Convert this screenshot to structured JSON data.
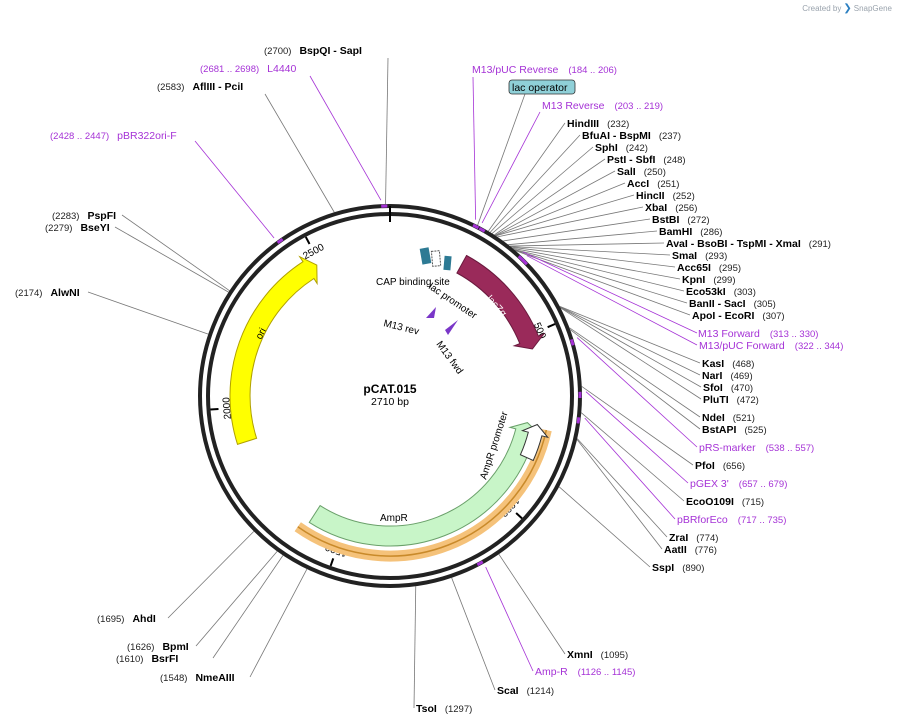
{
  "branding": {
    "created_by": "Created by",
    "app_name": "SnapGene"
  },
  "plasmid": {
    "name": "pCAT.015",
    "length_label": "2710 bp",
    "length": 2710
  },
  "ticks": [
    {
      "pos": 500,
      "label": "500"
    },
    {
      "pos": 1000,
      "label": "1000"
    },
    {
      "pos": 1500,
      "label": "1500"
    },
    {
      "pos": 2000,
      "label": "2000"
    },
    {
      "pos": 2500,
      "label": "2500"
    }
  ],
  "features": [
    {
      "name": "ori",
      "start": 1900,
      "end": 2490,
      "color": "#ffff00",
      "stroke": "#b0a000",
      "label_color": "#000"
    },
    {
      "name": "lacZα",
      "start": 215,
      "end": 540,
      "color": "#9a2a5a",
      "stroke": "#6a1a3e",
      "label_color": "#fff"
    },
    {
      "name": "AmpR",
      "start": 760,
      "end": 1600,
      "color": "#c8f5c8",
      "stroke": "#6aa06a",
      "label_color": "#000"
    }
  ],
  "feature_text": {
    "cap": "CAP binding site",
    "lac_promoter": "lac promoter",
    "m13_rev": "M13 rev",
    "m13_fwd": "M13 fwd",
    "ampr_promoter": "AmpR promoter",
    "lac_operator": "lac operator"
  },
  "sites_right": [
    {
      "name": "HindIII",
      "pos": "(232)"
    },
    {
      "name": "BfuAI  - BspMI",
      "pos": "(237)"
    },
    {
      "name": "SphI",
      "pos": "(242)"
    },
    {
      "name": "PstI  - SbfI",
      "pos": "(248)"
    },
    {
      "name": "SalI",
      "pos": "(250)"
    },
    {
      "name": "AccI",
      "pos": "(251)"
    },
    {
      "name": "HincII",
      "pos": "(252)"
    },
    {
      "name": "XbaI",
      "pos": "(256)"
    },
    {
      "name": "BstBI",
      "pos": "(272)"
    },
    {
      "name": "BamHI",
      "pos": "(286)"
    },
    {
      "name": "AvaI  - BsoBI  - TspMI  - XmaI",
      "pos": "(291)"
    },
    {
      "name": "SmaI",
      "pos": "(293)"
    },
    {
      "name": "Acc65I",
      "pos": "(295)"
    },
    {
      "name": "KpnI",
      "pos": "(299)"
    },
    {
      "name": "Eco53kI",
      "pos": "(303)"
    },
    {
      "name": "BanII  - SacI",
      "pos": "(305)"
    },
    {
      "name": "ApoI  - EcoRI",
      "pos": "(307)"
    },
    {
      "name": "KasI",
      "pos": "(468)"
    },
    {
      "name": "NarI",
      "pos": "(469)"
    },
    {
      "name": "SfoI",
      "pos": "(470)"
    },
    {
      "name": "PluTI",
      "pos": "(472)"
    },
    {
      "name": "NdeI",
      "pos": "(521)"
    },
    {
      "name": "BstAPI",
      "pos": "(525)"
    },
    {
      "name": "PfoI",
      "pos": "(656)"
    },
    {
      "name": "EcoO109I",
      "pos": "(715)"
    },
    {
      "name": "ZraI",
      "pos": "(774)"
    },
    {
      "name": "AatII",
      "pos": "(776)"
    },
    {
      "name": "SspI",
      "pos": "(890)"
    },
    {
      "name": "XmnI",
      "pos": "(1095)"
    },
    {
      "name": "ScaI",
      "pos": "(1214)"
    },
    {
      "name": "TsoI",
      "pos": "(1297)"
    }
  ],
  "sites_left": [
    {
      "name": "BspQI  - SapI",
      "pos": "(2700)"
    },
    {
      "name": "AflIII  - PciI",
      "pos": "(2583)"
    },
    {
      "name": "PspFI",
      "pos": "(2283)"
    },
    {
      "name": "BseYI",
      "pos": "(2279)"
    },
    {
      "name": "AlwNI",
      "pos": "(2174)"
    },
    {
      "name": "AhdI",
      "pos": "(1695)"
    },
    {
      "name": "BpmI",
      "pos": "(1626)"
    },
    {
      "name": "BsrFI",
      "pos": "(1610)"
    },
    {
      "name": "NmeAIII",
      "pos": "(1548)"
    }
  ],
  "primers": [
    {
      "name": "L4440",
      "range": "(2681 .. 2698)"
    },
    {
      "name": "pBR322ori-F",
      "range": "(2428 .. 2447)"
    },
    {
      "name": "M13/pUC Reverse",
      "range": "(184 .. 206)"
    },
    {
      "name": "M13 Reverse",
      "range": "(203 .. 219)"
    },
    {
      "name": "M13 Forward",
      "range": "(313 .. 330)"
    },
    {
      "name": "M13/pUC Forward",
      "range": "(322 .. 344)"
    },
    {
      "name": "pRS-marker",
      "range": "(538 .. 557)"
    },
    {
      "name": "pGEX 3'",
      "range": "(657 .. 679)"
    },
    {
      "name": "pBRforEco",
      "range": "(717 .. 735)"
    },
    {
      "name": "Amp-R",
      "range": "(1126 .. 1145)"
    }
  ]
}
